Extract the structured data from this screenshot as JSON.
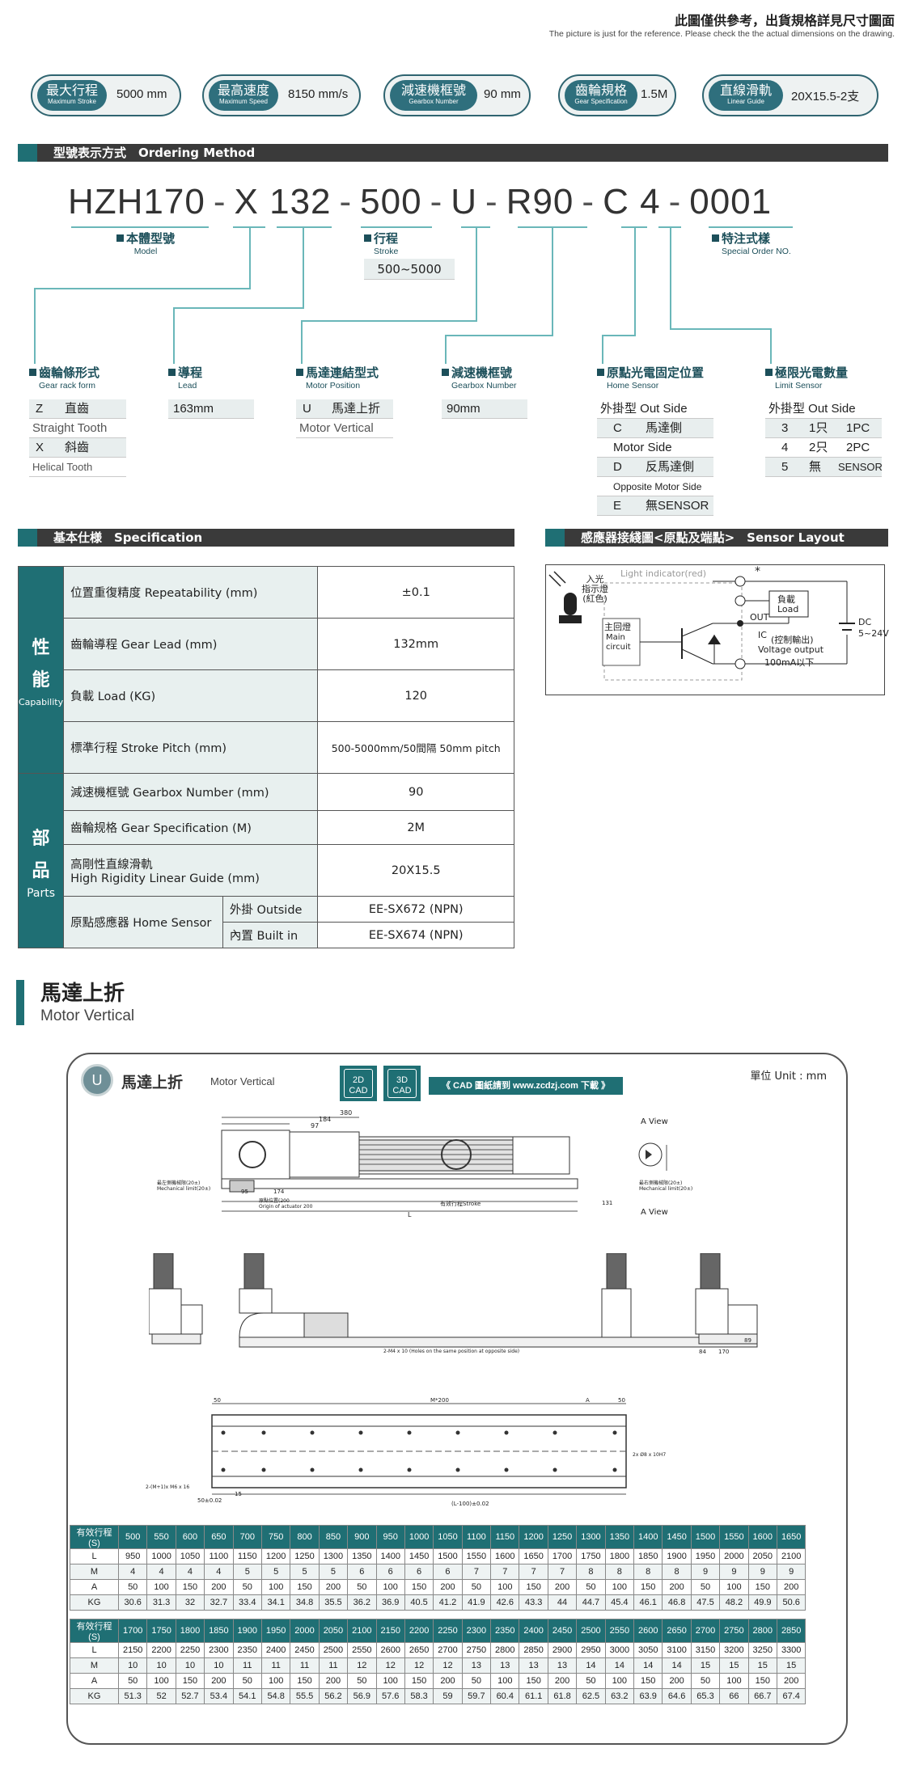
{
  "note": {
    "zh": "此圖僅供參考，出貨規格詳見尺寸圖面",
    "en": "The picture is just for the reference. Please check the the actual dimensions on the drawing."
  },
  "pills": [
    {
      "zh": "最大行程",
      "en": "Maximum Stroke",
      "value": "5000 mm"
    },
    {
      "zh": "最高速度",
      "en": "Maximum Speed",
      "value": "8150 mm/s"
    },
    {
      "zh": "減速機框號",
      "en": "Gearbox Number",
      "value": "90 mm"
    },
    {
      "zh": "齒輪規格",
      "en": "Gear Specification",
      "value": "1.5M"
    },
    {
      "zh": "直線滑軌",
      "en": "Linear Guide",
      "value": "20X15.5-2支"
    }
  ],
  "ordering": {
    "heading": "型號表示方式　Ordering Method",
    "model_parts": [
      "HZH170",
      "X",
      "132",
      "500",
      "U",
      "R90",
      "C",
      "4",
      "0001"
    ],
    "labels": {
      "model": {
        "zh": "本體型號",
        "en": "Model"
      },
      "stroke": {
        "zh": "行程",
        "en": "Stroke",
        "range": "500~5000"
      },
      "special": {
        "zh": "特注式樣",
        "en": "Special Order NO."
      },
      "gear": {
        "zh": "齒輪條形式",
        "en": "Gear rack form"
      },
      "lead": {
        "zh": "導程",
        "en": "Lead"
      },
      "motor": {
        "zh": "馬達連結型式",
        "en": "Motor Position"
      },
      "gearbox": {
        "zh": "減速機框號",
        "en": "Gearbox Number"
      },
      "home": {
        "zh": "原點光電固定位置",
        "en": "Home Sensor"
      },
      "limit": {
        "zh": "極限光電數量",
        "en": "Limit Sensor"
      }
    },
    "gear_options": [
      {
        "code": "Z",
        "zh": "直齒",
        "en": "Straight Tooth"
      },
      {
        "code": "X",
        "zh": "斜齒",
        "en": "Helical Tooth"
      }
    ],
    "lead_value": "163mm",
    "motor_option": {
      "code": "U",
      "zh": "馬達上折",
      "en": "Motor Vertical"
    },
    "gearbox_value": "90mm",
    "home_options": {
      "header": "外掛型 Out Side",
      "c_code": "C",
      "c_zh": "馬達側",
      "c_en": "Motor Side",
      "d_code": "D",
      "d_zh": "反馬達側",
      "d_en": "Opposite Motor Side",
      "e_code": "E",
      "e_zh": "無SENSOR"
    },
    "limit_options": {
      "header": "外掛型 Out Side",
      "rows": [
        {
          "code": "3",
          "zh": "1只",
          "en": "1PC"
        },
        {
          "code": "4",
          "zh": "2只",
          "en": "2PC"
        },
        {
          "code": "5",
          "zh": "無",
          "en": "SENSOR"
        }
      ]
    }
  },
  "spec": {
    "heading": "基本仕様　Specification",
    "capability_label": [
      "性",
      "能"
    ],
    "capability_en": "Capability",
    "parts_label": [
      "部",
      "品"
    ],
    "parts_en": "Parts",
    "rows": [
      {
        "key": "位置重復精度  Repeatability (mm)",
        "value": "±0.1"
      },
      {
        "key": "齒輪導程  Gear Lead (mm)",
        "value": "132mm"
      },
      {
        "key": "負載  Load (KG)",
        "value": "120"
      },
      {
        "key": "標準行程 Stroke Pitch (mm)",
        "value": "500-5000mm/50間隔  50mm pitch"
      },
      {
        "key": "減速機框號 Gearbox Number (mm)",
        "value": "90"
      },
      {
        "key": "齒輪规格 Gear Specification (M)",
        "value": "2M"
      },
      {
        "key": "高剛性直線滑軌\nHigh Rigidity Linear Guide (mm)",
        "value": "20X15.5"
      }
    ],
    "home_sensor": {
      "key": "原點感應器 Home Sensor",
      "outside_label": "外掛 Outside",
      "outside_value": "EE-SX672 (NPN)",
      "builtin_label": "內置 Built in",
      "builtin_value": "EE-SX674 (NPN)"
    }
  },
  "sensor_layout": {
    "heading": "感應器接綫圖<原點及端點>　Sensor Layout",
    "light_indicator": "Light indicator(red)",
    "led_zh": "入光\n指示燈\n(紅色)",
    "main_circuit_zh": "主回燈",
    "main_circuit_en": "Main circuit",
    "load_zh": "負載",
    "load_en": "Load",
    "out": "OUT",
    "ic": "IC",
    "voltage_zh": "(控制輸出)",
    "voltage_en": "Voltage output",
    "current": "100mA以下",
    "dc": "DC",
    "dc_range": "5~24V",
    "terminals": [
      "⊕",
      "Ⓛ",
      "⊖"
    ],
    "star": "*"
  },
  "motor_vertical": {
    "zh": "馬達上折",
    "en": "Motor Vertical",
    "badge": "U",
    "cad2d": "2D\nCAD",
    "cad3d": "3D\nCAD",
    "cad_link": "《 CAD 圖紙請到 www.zcdzj.com 下載 》",
    "unit": "單位 Unit : mm",
    "drawing": {
      "a_view": "A View",
      "dims_top": [
        "380",
        "184",
        "97"
      ],
      "dim_17": "174",
      "dim_95": "95",
      "dim_131": "131",
      "stroke_zh": "有效行程Stroke",
      "L": "L",
      "origin": "原點位置(200\nOrigin of actuator 200",
      "mech_left": "最左側機械限(20±)\nMechanical limit(20±)",
      "mech_right": "最右側機械限(20±)\nMechanical limit(20±)",
      "m_label": "M*200",
      "A": "A",
      "dim_50": "50",
      "bottom_note": "(L-100)±0.02",
      "holes": "2-(M+1)x M6 x 16",
      "holes2": "2x Ø8 x 10H7",
      "dim_50b": "50±0.02",
      "dim_15": "15",
      "dim_170": "170",
      "dim_89": "89",
      "dim_84": "84",
      "side_note": "2-M4 x 10 (Holes on the same position at opposite side)"
    },
    "tables": [
      {
        "header_label": "有效行程 (S)",
        "strokes": [
          "500",
          "550",
          "600",
          "650",
          "700",
          "750",
          "800",
          "850",
          "900",
          "950",
          "1000",
          "1050",
          "1100",
          "1150",
          "1200",
          "1250",
          "1300",
          "1350",
          "1400",
          "1450",
          "1500",
          "1550",
          "1600",
          "1650"
        ],
        "rows": [
          {
            "label": "L",
            "values": [
              "950",
              "1000",
              "1050",
              "1100",
              "1150",
              "1200",
              "1250",
              "1300",
              "1350",
              "1400",
              "1450",
              "1500",
              "1550",
              "1600",
              "1650",
              "1700",
              "1750",
              "1800",
              "1850",
              "1900",
              "1950",
              "2000",
              "2050",
              "2100"
            ]
          },
          {
            "label": "M",
            "values": [
              "4",
              "4",
              "4",
              "4",
              "5",
              "5",
              "5",
              "5",
              "6",
              "6",
              "6",
              "6",
              "7",
              "7",
              "7",
              "7",
              "8",
              "8",
              "8",
              "8",
              "9",
              "9",
              "9",
              "9"
            ]
          },
          {
            "label": "A",
            "values": [
              "50",
              "100",
              "150",
              "200",
              "50",
              "100",
              "150",
              "200",
              "50",
              "100",
              "150",
              "200",
              "50",
              "100",
              "150",
              "200",
              "50",
              "100",
              "150",
              "200",
              "50",
              "100",
              "150",
              "200"
            ]
          },
          {
            "label": "KG",
            "values": [
              "30.6",
              "31.3",
              "32",
              "32.7",
              "33.4",
              "34.1",
              "34.8",
              "35.5",
              "36.2",
              "36.9",
              "40.5",
              "41.2",
              "41.9",
              "42.6",
              "43.3",
              "44",
              "44.7",
              "45.4",
              "46.1",
              "46.8",
              "47.5",
              "48.2",
              "49.9",
              "50.6"
            ]
          }
        ]
      },
      {
        "header_label": "有效行程 (S)",
        "strokes": [
          "1700",
          "1750",
          "1800",
          "1850",
          "1900",
          "1950",
          "2000",
          "2050",
          "2100",
          "2150",
          "2200",
          "2250",
          "2300",
          "2350",
          "2400",
          "2450",
          "2500",
          "2550",
          "2600",
          "2650",
          "2700",
          "2750",
          "2800",
          "2850"
        ],
        "rows": [
          {
            "label": "L",
            "values": [
              "2150",
              "2200",
              "2250",
              "2300",
              "2350",
              "2400",
              "2450",
              "2500",
              "2550",
              "2600",
              "2650",
              "2700",
              "2750",
              "2800",
              "2850",
              "2900",
              "2950",
              "3000",
              "3050",
              "3100",
              "3150",
              "3200",
              "3250",
              "3300"
            ]
          },
          {
            "label": "M",
            "values": [
              "10",
              "10",
              "10",
              "10",
              "11",
              "11",
              "11",
              "11",
              "12",
              "12",
              "12",
              "12",
              "13",
              "13",
              "13",
              "13",
              "14",
              "14",
              "14",
              "14",
              "15",
              "15",
              "15",
              "15"
            ]
          },
          {
            "label": "A",
            "values": [
              "50",
              "100",
              "150",
              "200",
              "50",
              "100",
              "150",
              "200",
              "50",
              "100",
              "150",
              "200",
              "50",
              "100",
              "150",
              "200",
              "50",
              "100",
              "150",
              "200",
              "50",
              "100",
              "150",
              "200"
            ]
          },
          {
            "label": "KG",
            "values": [
              "51.3",
              "52",
              "52.7",
              "53.4",
              "54.1",
              "54.8",
              "55.5",
              "56.2",
              "56.9",
              "57.6",
              "58.3",
              "59",
              "59.7",
              "60.4",
              "61.1",
              "61.8",
              "62.5",
              "63.2",
              "63.9",
              "64.6",
              "65.3",
              "66",
              "66.7",
              "67.4"
            ]
          }
        ]
      }
    ]
  }
}
